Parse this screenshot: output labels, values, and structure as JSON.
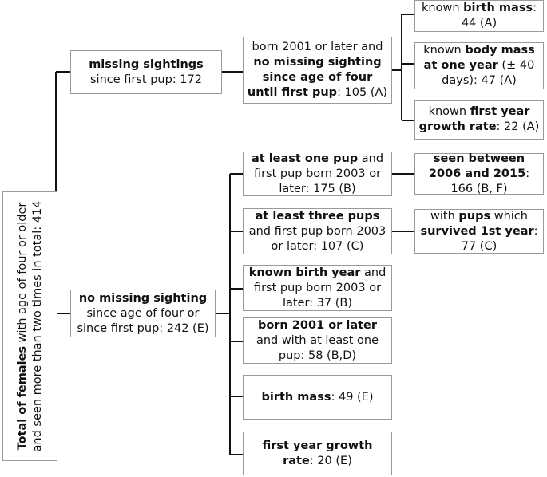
{
  "root": {
    "bold": "Total of females",
    "rest": " with age of four or older and seen more than two times in total: 414"
  },
  "missing": {
    "bold": "missing sightings",
    "rest": " since first pup: 172"
  },
  "no_missing": {
    "bold": "no missing sighting",
    "rest": " since age of four or since first pup: 242 (E)"
  },
  "born2001": {
    "pre": "born 2001 or later and ",
    "bold": "no missing sighting since age of four until first pup",
    "post": ": 105 (A)"
  },
  "birth_mass_known": {
    "pre": "known ",
    "bold": "birth mass",
    "post": ": 44 (A)"
  },
  "body_mass": {
    "pre": "known ",
    "bold": "body mass at one year",
    "post": " (± 40 days): 47 (A)"
  },
  "fy_growth_known": {
    "pre": "known ",
    "bold": "first year growth rate",
    "post": ": 22 (A)"
  },
  "at_least_one": {
    "bold": "at least one pup",
    "rest": " and first pup born 2003 or later: 175 (B)"
  },
  "seen_between": {
    "bold": "seen between 2006 and 2015",
    "rest": ": 166 (B, F)"
  },
  "at_least_three": {
    "bold": "at least three pups",
    "rest": " and first pup born 2003 or later: 107 (C)"
  },
  "with_pups": {
    "pre": "with ",
    "bold1": "pups",
    "mid": " which ",
    "bold2": "survived 1st year",
    "post": ": 77 (C)"
  },
  "known_birth_year": {
    "bold": "known birth year",
    "rest": " and first pup born 2003 or later: 37 (B)"
  },
  "born2001_one_pup": {
    "bold": "born 2001 or later",
    "rest": " and with at least one pup:  58 (B,D)"
  },
  "birth_mass": {
    "bold": "birth mass",
    "rest": ": 49 (E)"
  },
  "fy_growth": {
    "bold": "first year growth rate",
    "rest": ": 20 (E)"
  }
}
